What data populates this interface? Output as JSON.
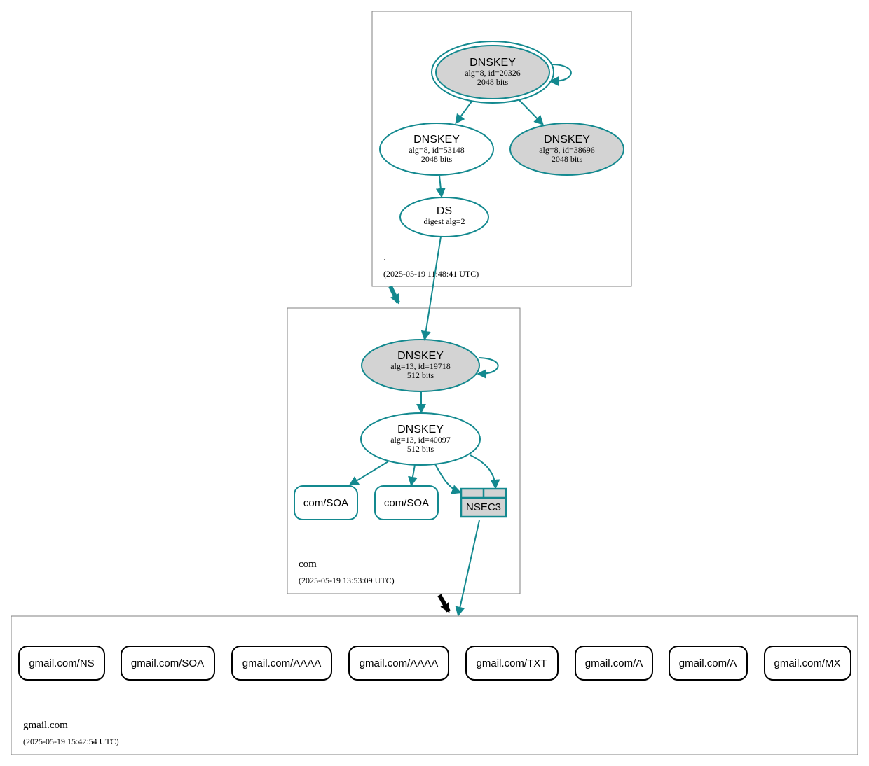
{
  "colors": {
    "edge": "#13898f",
    "grey_fill": "#d3d3d3",
    "delegation_arrow_insecure": "#000000",
    "zone_border": "#808080"
  },
  "zones": {
    "root": {
      "name": ".",
      "time": "(2025-05-19 11:48:41 UTC)",
      "dnskey_ksk": {
        "type": "DNSKEY",
        "detail": "alg=8, id=20326",
        "size": "2048 bits"
      },
      "dnskey_zsk1": {
        "type": "DNSKEY",
        "detail": "alg=8, id=53148",
        "size": "2048 bits"
      },
      "dnskey_zsk2": {
        "type": "DNSKEY",
        "detail": "alg=8, id=38696",
        "size": "2048 bits"
      },
      "ds": {
        "type": "DS",
        "detail": "digest alg=2"
      }
    },
    "com": {
      "name": "com",
      "time": "(2025-05-19 13:53:09 UTC)",
      "dnskey_ksk": {
        "type": "DNSKEY",
        "detail": "alg=13, id=19718",
        "size": "512 bits"
      },
      "dnskey_zsk": {
        "type": "DNSKEY",
        "detail": "alg=13, id=40097",
        "size": "512 bits"
      },
      "soa1": "com/SOA",
      "soa2": "com/SOA",
      "nsec3": "NSEC3"
    },
    "gmail": {
      "name": "gmail.com",
      "time": "(2025-05-19 15:42:54 UTC)",
      "records": [
        "gmail.com/NS",
        "gmail.com/SOA",
        "gmail.com/AAAA",
        "gmail.com/AAAA",
        "gmail.com/TXT",
        "gmail.com/A",
        "gmail.com/A",
        "gmail.com/MX"
      ]
    }
  }
}
